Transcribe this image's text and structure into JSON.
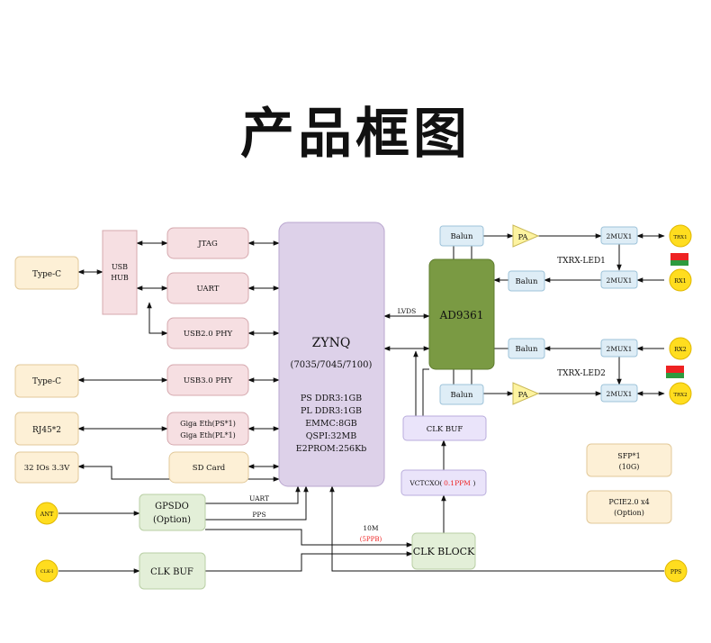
{
  "title": "产品框图",
  "blocks": {
    "typec1": "Type-C",
    "usbhub": [
      "USB",
      "HUB"
    ],
    "jtag": "JTAG",
    "uart": "UART",
    "usb2phy": "USB2.0 PHY",
    "typec2": "Type-C",
    "usb3phy": "USB3.0 PHY",
    "rj45": "RJ45*2",
    "gigaeth": [
      "Giga Eth(PS*1)",
      "Giga Eth(PL*1)"
    ],
    "ios": "32 IOs 3.3V",
    "sdcard": "SD Card",
    "zynq_title": "ZYNQ",
    "zynq_models": "(7035/7045/7100)",
    "zynq_specs": [
      "PS DDR3:1GB",
      "PL DDR3:1GB",
      "EMMC:8GB",
      "QSPI:32MB",
      "E2PROM:256Kb"
    ],
    "ad9361": "AD9361",
    "balun": "Balun",
    "pa": "PA",
    "mux": "2MUX1",
    "trx1": "TRX1",
    "rx1": "RX1",
    "rx2": "RX2",
    "trx2": "TRX2",
    "led1": "TXRX-LED1",
    "led2": "TXRX-LED2",
    "lvds": "LVDS",
    "clkbuf_top": "CLK BUF",
    "vctcxo": "VCTCXO",
    "vctcxo_ppm": "0.1PPM",
    "ant": "ANT",
    "gpsdo": [
      "GPSDO",
      "(Option)"
    ],
    "uart_link": "UART",
    "pps_link": "PPS",
    "clk_in": "CLK-I",
    "clkbuf_bottom": "CLK BUF",
    "clkblock": "CLK BLOCK",
    "ref10m": "10M",
    "ref5ppb": "(5PPB)",
    "pps_in": "PPS",
    "sfp": [
      "SFP*1",
      "(10G)"
    ],
    "pcie": [
      "PCIE2.0 x4",
      "(Option)"
    ]
  },
  "colors": {
    "peach": "#fdf0d6",
    "peach_border": "#e2c99a",
    "pink": "#f6dfe2",
    "pink_border": "#d5a8ae",
    "zynq": "#ddd1e9",
    "zynq_border": "#b9a6cf",
    "ad9361": "#7a9a43",
    "blue": "#deedf6",
    "blue_border": "#9ec3d9",
    "lavender": "#eae4fa",
    "green_block": "#e3efd8",
    "green_border": "#b9cfa5",
    "yellow": "#ffdd1f",
    "accent_red": "#ee2222",
    "led_green": "#2e9a3e"
  }
}
